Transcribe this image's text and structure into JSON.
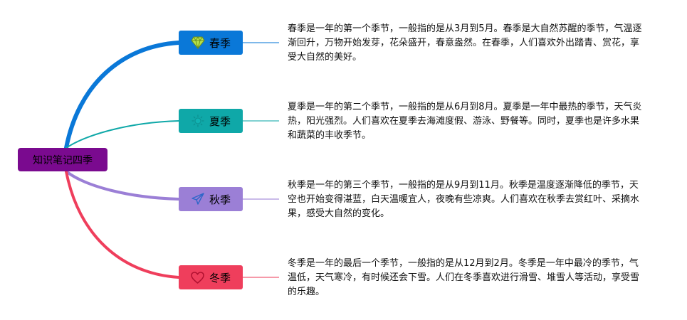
{
  "root": {
    "label": "知识笔记四季",
    "color": "#7a0a8f"
  },
  "seasons": [
    {
      "label": "春季",
      "icon": "diamond-icon",
      "color": "#0a78d8",
      "description": "春季是一年的第一个季节，一般指的是从3月到5月。春季是大自然苏醒的季节，气温逐渐回升，万物开始发芽，花朵盛开，春意盎然。在春季，人们喜欢外出踏青、赏花，享受大自然的美好。"
    },
    {
      "label": "夏季",
      "icon": "sun-icon",
      "color": "#0fa8a8",
      "description": "夏季是一年的第二个季节，一般指的是从6月到8月。夏季是一年中最热的季节，天气炎热，阳光强烈。人们喜欢在夏季去海滩度假、游泳、野餐等。同时，夏季也是许多水果和蔬菜的丰收季节。"
    },
    {
      "label": "秋季",
      "icon": "paper-plane-icon",
      "color": "#9b7fd6",
      "description": "秋季是一年的第三个季节，一般指的是从9月到11月。秋季是温度逐渐降低的季节，天空也开始变得湛蓝，白天温暖宜人，夜晚有些凉爽。人们喜欢在秋季去赏红叶、采摘水果，感受大自然的变化。"
    },
    {
      "label": "冬季",
      "icon": "heart-icon",
      "color": "#ef3e5c",
      "description": "冬季是一年的最后一个季节，一般指的是从12月到2月。冬季是一年中最冷的季节，气温低，天气寒冷，有时候还会下雪。人们在冬季喜欢进行滑雪、堆雪人等活动，享受雪的乐趣。"
    }
  ]
}
